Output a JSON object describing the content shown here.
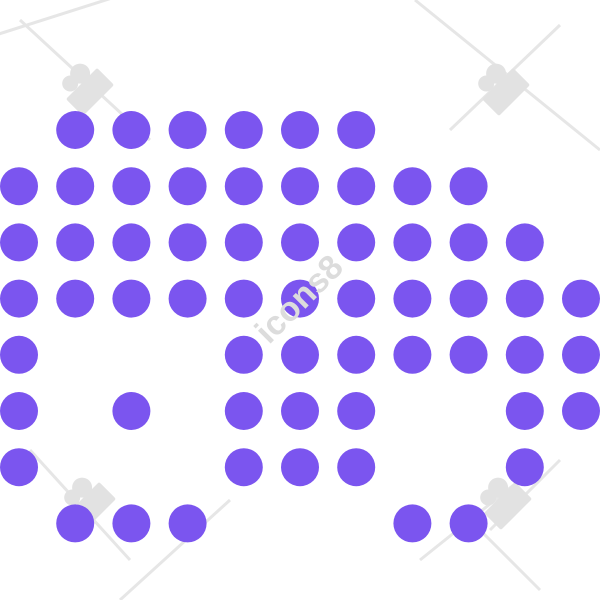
{
  "illustration": {
    "subject": "dotted-car-icon",
    "dot_color": "#7b55ef",
    "rows": [
      [
        1,
        2,
        3,
        4,
        5,
        6
      ],
      [
        0,
        1,
        2,
        3,
        4,
        5,
        6,
        7,
        8
      ],
      [
        0,
        1,
        2,
        3,
        4,
        5,
        6,
        7,
        8,
        9
      ],
      [
        0,
        1,
        2,
        3,
        4,
        5,
        6,
        7,
        8,
        9,
        10
      ],
      [
        0,
        4,
        5,
        6,
        7,
        8,
        9,
        10
      ],
      [
        0,
        2,
        4,
        5,
        6,
        9,
        10
      ],
      [
        0,
        4,
        5,
        6,
        9
      ],
      [
        1,
        2,
        3,
        7,
        8
      ]
    ]
  },
  "watermark": {
    "text": "icons8",
    "color": "#e2e2e2"
  }
}
